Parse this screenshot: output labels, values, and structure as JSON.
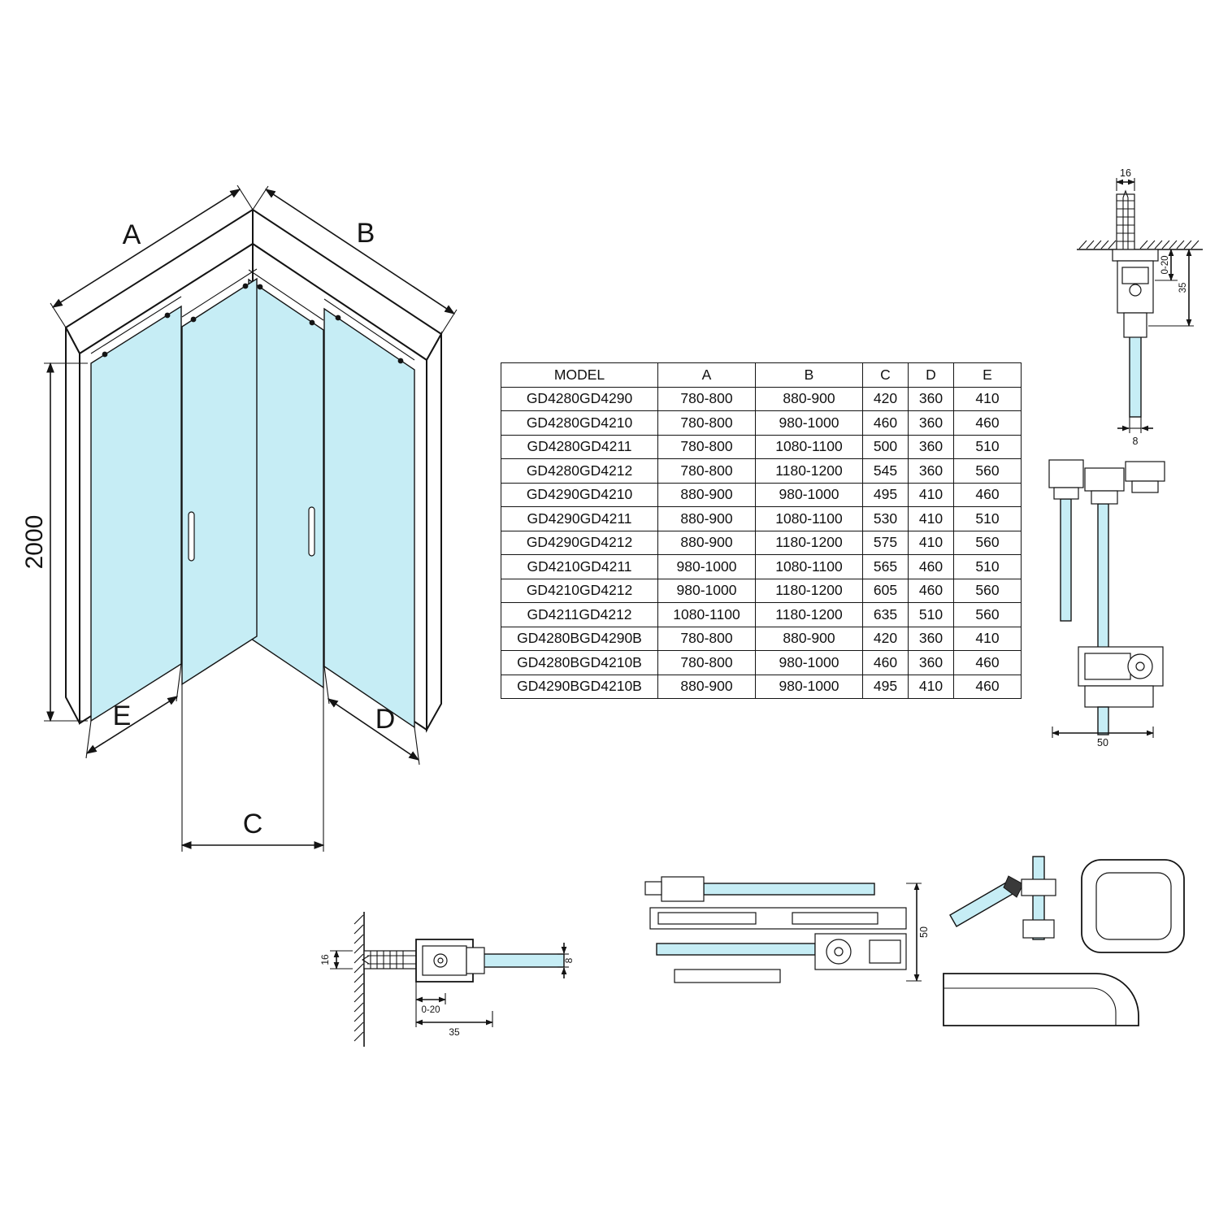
{
  "colors": {
    "line": "#141414",
    "glass": "#c6edf5",
    "background": "#ffffff"
  },
  "isometric": {
    "dim_a": "A",
    "dim_b": "B",
    "dim_c": "C",
    "dim_d": "D",
    "dim_e": "E",
    "dim_height": "2000"
  },
  "table": {
    "headers": [
      "MODEL",
      "A",
      "B",
      "C",
      "D",
      "E"
    ],
    "rows": [
      [
        "GD4280GD4290",
        "780-800",
        "880-900",
        "420",
        "360",
        "410"
      ],
      [
        "GD4280GD4210",
        "780-800",
        "980-1000",
        "460",
        "360",
        "460"
      ],
      [
        "GD4280GD4211",
        "780-800",
        "1080-1100",
        "500",
        "360",
        "510"
      ],
      [
        "GD4280GD4212",
        "780-800",
        "1180-1200",
        "545",
        "360",
        "560"
      ],
      [
        "GD4290GD4210",
        "880-900",
        "980-1000",
        "495",
        "410",
        "460"
      ],
      [
        "GD4290GD4211",
        "880-900",
        "1080-1100",
        "530",
        "410",
        "510"
      ],
      [
        "GD4290GD4212",
        "880-900",
        "1180-1200",
        "575",
        "410",
        "560"
      ],
      [
        "GD4210GD4211",
        "980-1000",
        "1080-1100",
        "565",
        "460",
        "510"
      ],
      [
        "GD4210GD4212",
        "980-1000",
        "1180-1200",
        "605",
        "460",
        "560"
      ],
      [
        "GD4211GD4212",
        "1080-1100",
        "1180-1200",
        "635",
        "510",
        "560"
      ],
      [
        "GD4280BGD4290B",
        "780-800",
        "880-900",
        "420",
        "360",
        "410"
      ],
      [
        "GD4280BGD4210B",
        "780-800",
        "980-1000",
        "460",
        "360",
        "460"
      ],
      [
        "GD4290BGD4210B",
        "880-900",
        "980-1000",
        "495",
        "410",
        "460"
      ]
    ]
  },
  "detail_top_right": {
    "dim_width": "16",
    "dim_adjust": "0-20",
    "dim_profile": "35",
    "dim_glass": "8"
  },
  "detail_mid_right": {
    "dim_depth": "50"
  },
  "detail_bottom_plan": {
    "dim_depth": "50"
  },
  "detail_bottom_left": {
    "dim_width": "16",
    "dim_adjust": "0-20",
    "dim_profile": "35",
    "dim_glass": "8"
  }
}
